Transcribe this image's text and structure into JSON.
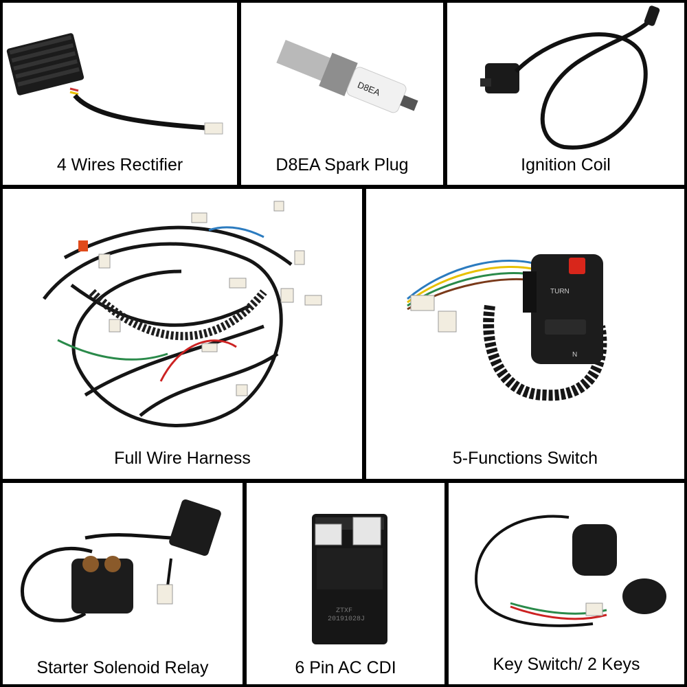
{
  "panels": [
    {
      "label": "4 Wires Rectifier"
    },
    {
      "label": "D8EA Spark Plug"
    },
    {
      "label": "Ignition Coil"
    },
    {
      "label": "Full Wire Harness"
    },
    {
      "label": "5-Functions Switch"
    },
    {
      "label": "Starter Solenoid Relay"
    },
    {
      "label": "6 Pin AC CDI"
    },
    {
      "label": "Key Switch/ 2 Keys"
    }
  ],
  "product_markings": {
    "spark_plug_text": "D8EA",
    "switch_text": "TURN",
    "switch_letter": "N",
    "cdi_brand": "ZTXF",
    "cdi_code": "20191028J"
  },
  "colors": {
    "grid": "#000000",
    "panel": "#ffffff",
    "part": "#1a1a1a",
    "red_button": "#d8261b"
  }
}
